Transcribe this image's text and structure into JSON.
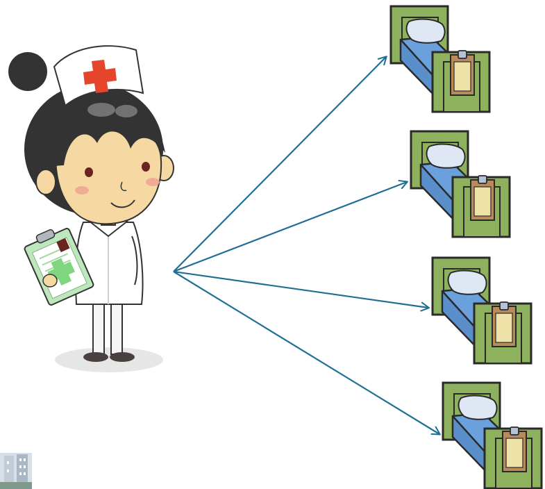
{
  "diagram": {
    "type": "one-to-many assignment illustration",
    "source": "nurse",
    "targets": [
      "bed-1",
      "bed-2",
      "bed-3",
      "bed-4"
    ],
    "connector_count": 4
  },
  "icons": {
    "nurse": "nurse-icon",
    "bed": "hospital-bed-icon",
    "clipboard": "clipboard-icon",
    "thumbnail": "building-thumbnail-icon"
  },
  "colors": {
    "arrow": "#1f6e94",
    "bed_frame": "#8db15d",
    "bed_frame_outline": "#2a2a2a",
    "mattress": "#6aa1dc",
    "pillow": "#dfe6f4",
    "clipboard_board": "#b98a5a",
    "clipboard_paper": "#efe2a8",
    "nurse_cap_cross": "#e4452b",
    "nurse_medical_cross": "#7ed67e",
    "nurse_hair": "#333333",
    "nurse_skin": "#f6d9a2",
    "shadow": "#e6e6e6"
  }
}
